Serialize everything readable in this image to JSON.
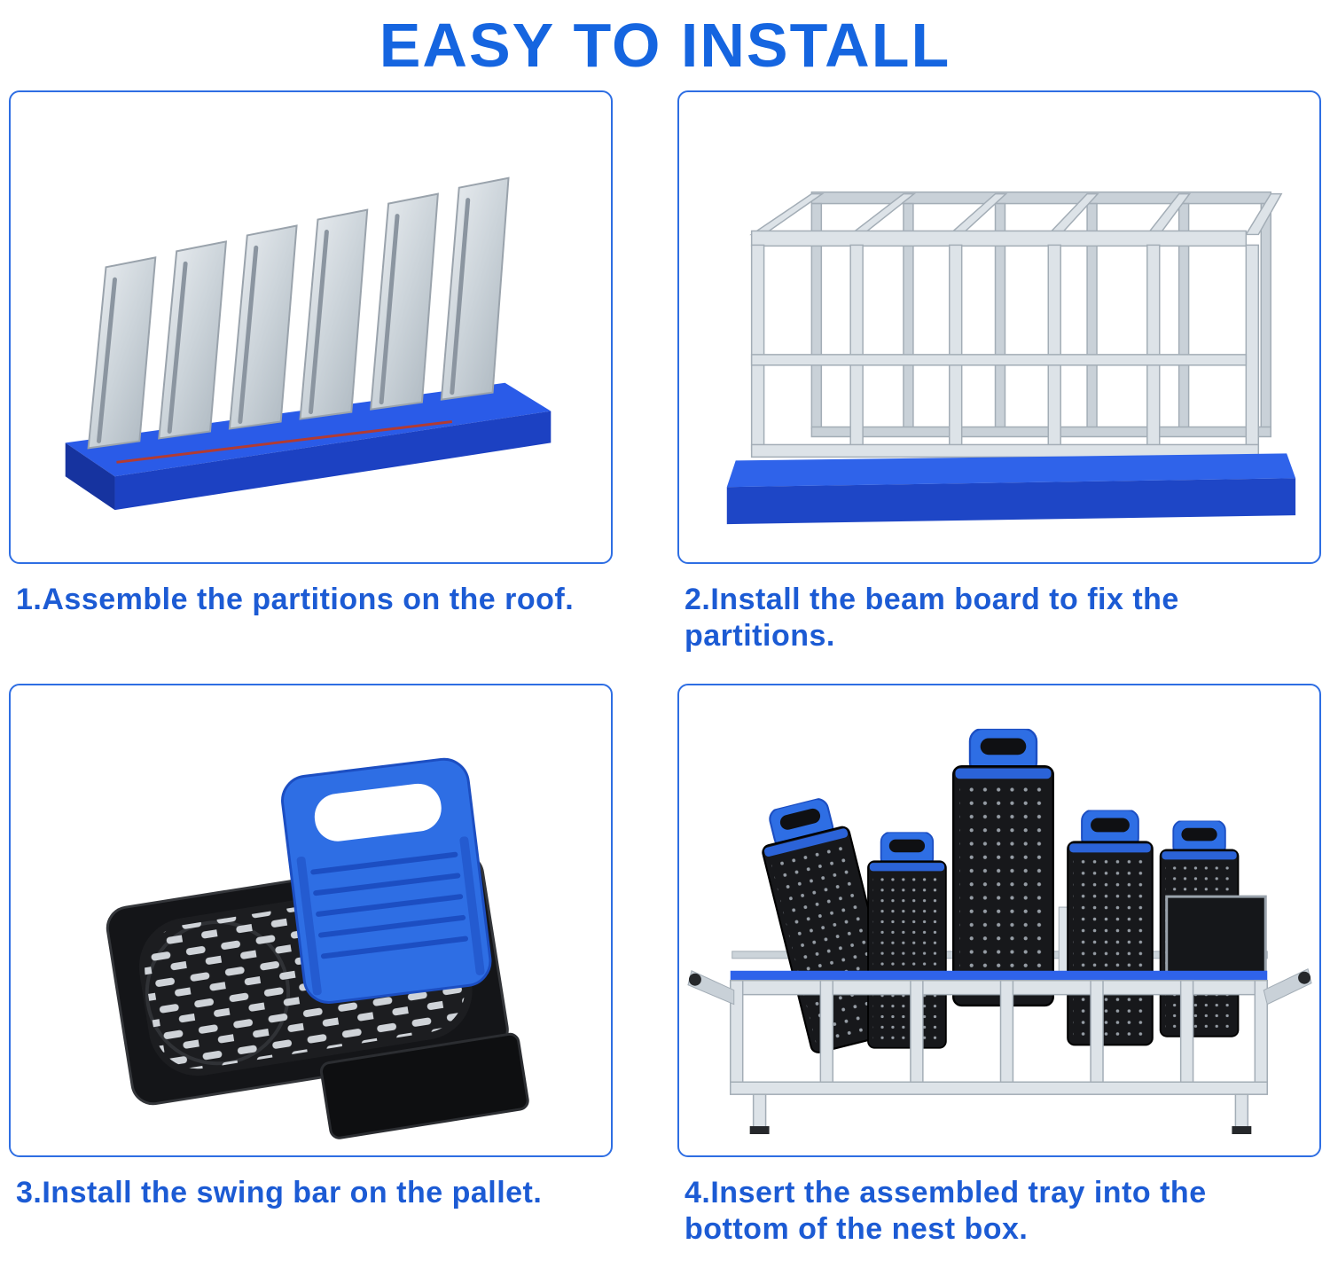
{
  "page": {
    "title": "EASY TO INSTALL"
  },
  "steps": [
    {
      "index": "1",
      "caption": "1.Assemble the partitions on the roof.",
      "image": "partitions-on-base-photo"
    },
    {
      "index": "2",
      "caption": "2.Install the beam board to fix the partitions.",
      "image": "beam-board-frame-photo"
    },
    {
      "index": "3",
      "caption": "3.Install the swing bar on the pallet.",
      "image": "swing-bar-pallet-photo"
    },
    {
      "index": "4",
      "caption": "4.Insert the assembled tray into the bottom of the nest box.",
      "image": "tray-in-nest-box-photo"
    }
  ],
  "colors": {
    "title_blue": "#1565e0",
    "caption_blue": "#1c5bd4",
    "panel_border_blue": "#2e6ee3",
    "base_blue": "#2458e6",
    "handle_blue": "#2e6ee4",
    "metal_gray": "#dde3e8",
    "tray_black": "#17181b"
  }
}
